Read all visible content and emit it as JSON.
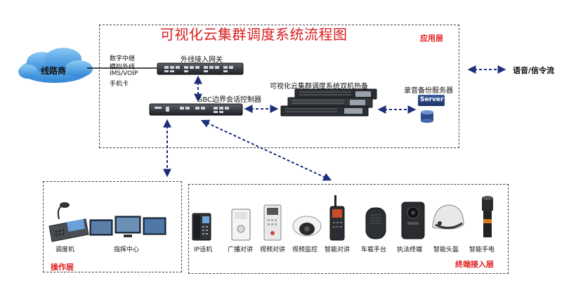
{
  "title": "可视化云集群调度系统流程图",
  "layers": {
    "application": "应用层",
    "operation": "操作层",
    "terminal": "终端接入层"
  },
  "cloud_label": "线路商",
  "line_types": [
    "数字中继",
    "模拟外线",
    "IMS/VOIP",
    "手机卡"
  ],
  "nodes": {
    "gateway": "外线接入网关",
    "sbc": "SBC边界会话控制器",
    "cluster": "可视化云集群调度系统双机热备",
    "recorder": "录音备份服务器",
    "server_text": "Server"
  },
  "legend": {
    "label": "语音/信令流"
  },
  "operation_devices": [
    {
      "name": "调度机"
    },
    {
      "name": "指挥中心"
    }
  ],
  "terminal_devices": [
    {
      "name": "IP话机"
    },
    {
      "name": "广播对讲"
    },
    {
      "name": "视频对讲"
    },
    {
      "name": "视频监控"
    },
    {
      "name": "智能对讲"
    },
    {
      "name": "车载手台"
    },
    {
      "name": "执法终端"
    },
    {
      "name": "智能头盔"
    },
    {
      "name": "智能手电"
    }
  ],
  "colors": {
    "title": "#d81e1e",
    "arrow": "#1e2f7a",
    "cloud": "#56a8e8"
  }
}
